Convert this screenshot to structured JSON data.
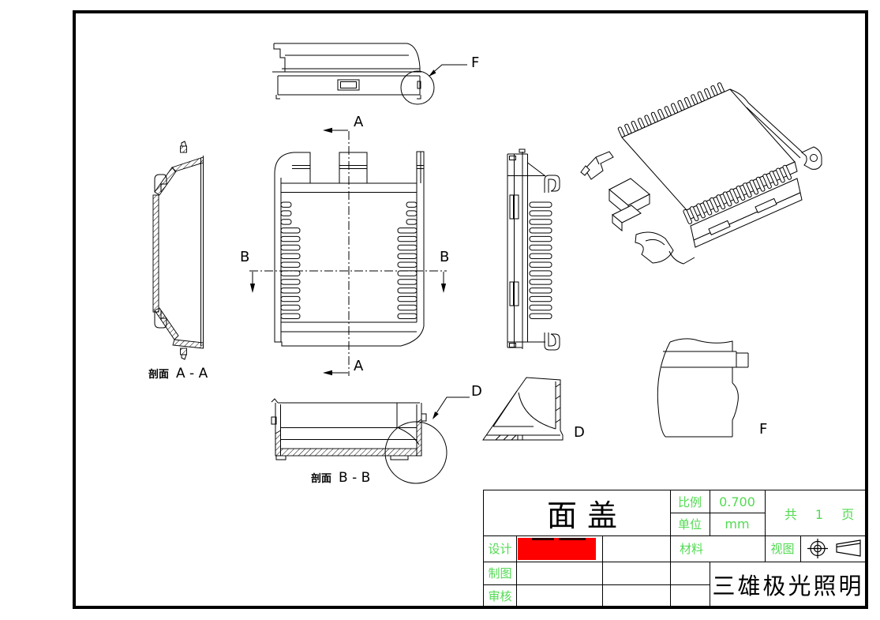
{
  "annotations": {
    "a": "A",
    "b": "B",
    "d": "D",
    "f": "F",
    "section_prefix": "剖面",
    "section_aa": "A - A",
    "section_bb": "B - B"
  },
  "title_block": {
    "part_name": "面盖",
    "scale_label": "比例",
    "scale_value": "0.700",
    "unit_label": "单位",
    "unit_value": "mm",
    "pages": "共 1 页",
    "design_label": "设计",
    "draft_label": "制图",
    "review_label": "审核",
    "material_label": "材料",
    "material_value": "",
    "view_label": "视图",
    "company": "三雄极光照明"
  },
  "colors": {
    "line": "#000000",
    "label_green": "#52da52",
    "redaction_red": "#ff0000",
    "background": "#ffffff"
  }
}
